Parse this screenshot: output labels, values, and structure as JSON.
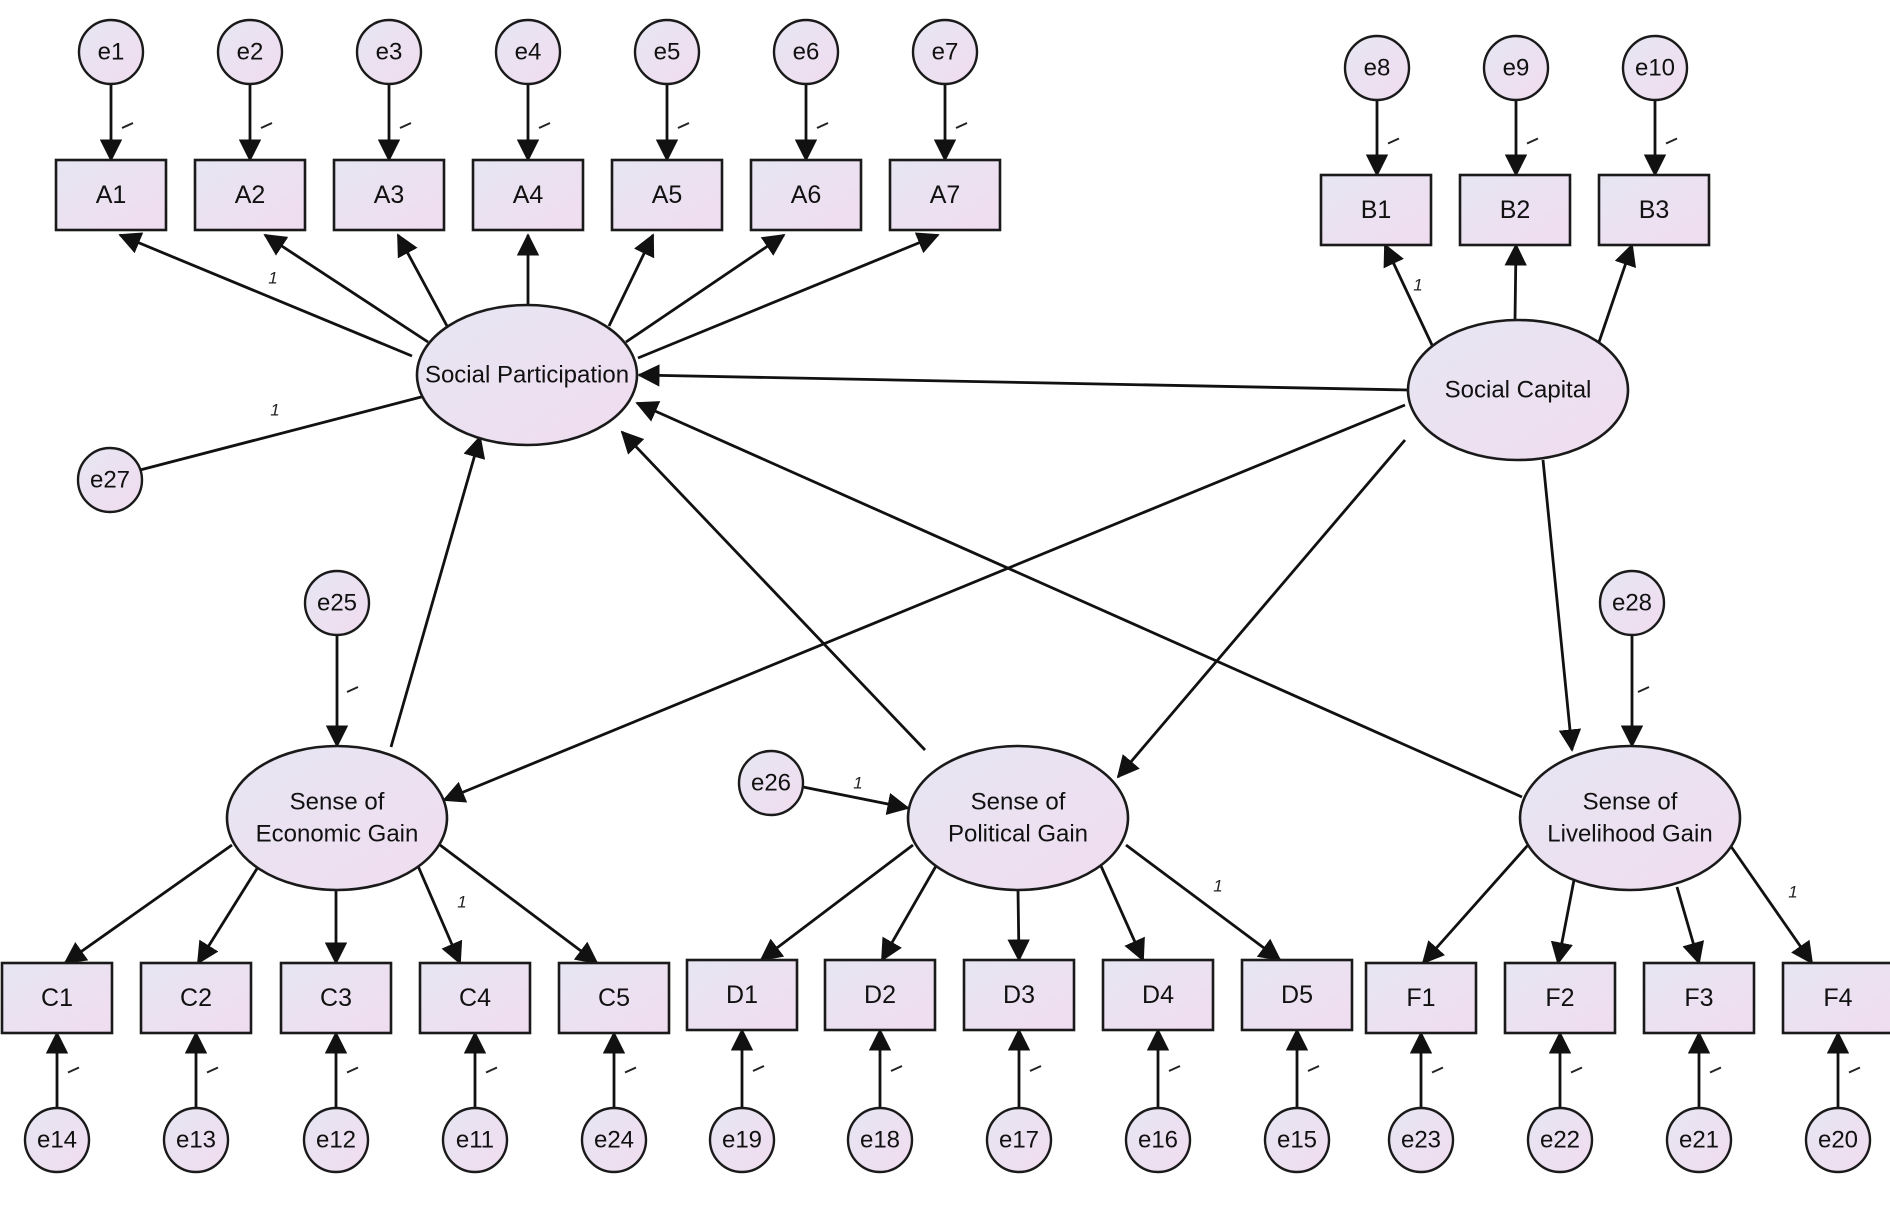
{
  "colors": {
    "fill_start": "#e6e6f2",
    "fill_end": "#f0dcf0",
    "stroke": "#1a1a1a",
    "background": "#ffffff"
  },
  "latents": [
    {
      "id": "SP",
      "lines": [
        "Social Participation"
      ]
    },
    {
      "id": "SC",
      "lines": [
        "Social Capital"
      ]
    },
    {
      "id": "EG",
      "lines": [
        "Sense of",
        "Economic Gain"
      ]
    },
    {
      "id": "PG",
      "lines": [
        "Sense of",
        "Political Gain"
      ]
    },
    {
      "id": "LG",
      "lines": [
        "Sense of",
        "Livelihood Gain"
      ]
    }
  ],
  "indicators": [
    {
      "id": "A1",
      "label": "A1",
      "latent": "SP",
      "error": "e1",
      "weight": "1"
    },
    {
      "id": "A2",
      "label": "A2",
      "latent": "SP",
      "error": "e2",
      "weight": "1"
    },
    {
      "id": "A3",
      "label": "A3",
      "latent": "SP",
      "error": "e3",
      "weight": "1"
    },
    {
      "id": "A4",
      "label": "A4",
      "latent": "SP",
      "error": "e4",
      "weight": "1"
    },
    {
      "id": "A5",
      "label": "A5",
      "latent": "SP",
      "error": "e5",
      "weight": "1"
    },
    {
      "id": "A6",
      "label": "A6",
      "latent": "SP",
      "error": "e6",
      "weight": "1"
    },
    {
      "id": "A7",
      "label": "A7",
      "latent": "SP",
      "error": "e7",
      "weight": "1"
    },
    {
      "id": "B1",
      "label": "B1",
      "latent": "SC",
      "error": "e8",
      "weight": "1"
    },
    {
      "id": "B2",
      "label": "B2",
      "latent": "SC",
      "error": "e9",
      "weight": "1"
    },
    {
      "id": "B3",
      "label": "B3",
      "latent": "SC",
      "error": "e10",
      "weight": "1"
    },
    {
      "id": "C1",
      "label": "C1",
      "latent": "EG",
      "error": "e14",
      "weight": "1"
    },
    {
      "id": "C2",
      "label": "C2",
      "latent": "EG",
      "error": "e13",
      "weight": "1"
    },
    {
      "id": "C3",
      "label": "C3",
      "latent": "EG",
      "error": "e12",
      "weight": "1"
    },
    {
      "id": "C4",
      "label": "C4",
      "latent": "EG",
      "error": "e11",
      "weight": "1"
    },
    {
      "id": "C5",
      "label": "C5",
      "latent": "EG",
      "error": "e24",
      "weight": "1"
    },
    {
      "id": "D1",
      "label": "D1",
      "latent": "PG",
      "error": "e19",
      "weight": "1"
    },
    {
      "id": "D2",
      "label": "D2",
      "latent": "PG",
      "error": "e18",
      "weight": "1"
    },
    {
      "id": "D3",
      "label": "D3",
      "latent": "PG",
      "error": "e17",
      "weight": "1"
    },
    {
      "id": "D4",
      "label": "D4",
      "latent": "PG",
      "error": "e16",
      "weight": "1"
    },
    {
      "id": "D5",
      "label": "D5",
      "latent": "PG",
      "error": "e15",
      "weight": "1"
    },
    {
      "id": "F1",
      "label": "F1",
      "latent": "LG",
      "error": "e23",
      "weight": "1"
    },
    {
      "id": "F2",
      "label": "F2",
      "latent": "LG",
      "error": "e22",
      "weight": "1"
    },
    {
      "id": "F3",
      "label": "F3",
      "latent": "LG",
      "error": "e21",
      "weight": "1"
    },
    {
      "id": "F4",
      "label": "F4",
      "latent": "LG",
      "error": "e20",
      "weight": "1"
    }
  ],
  "structural_errors": [
    {
      "id": "e27",
      "label": "e27",
      "target": "SP",
      "weight": "1"
    },
    {
      "id": "e25",
      "label": "e25",
      "target": "EG",
      "weight": "1"
    },
    {
      "id": "e26",
      "label": "e26",
      "target": "PG",
      "weight": "1"
    },
    {
      "id": "e28",
      "label": "e28",
      "target": "LG",
      "weight": "1"
    }
  ],
  "loading_weights": {
    "A2": "1",
    "B1": "1",
    "C4": "1",
    "D5": "1",
    "F4": "1"
  },
  "structural_paths": [
    {
      "from": "SC",
      "to": "SP"
    },
    {
      "from": "SC",
      "to": "EG"
    },
    {
      "from": "SC",
      "to": "PG"
    },
    {
      "from": "SC",
      "to": "LG"
    },
    {
      "from": "EG",
      "to": "SP"
    },
    {
      "from": "PG",
      "to": "SP"
    },
    {
      "from": "LG",
      "to": "SP"
    }
  ]
}
